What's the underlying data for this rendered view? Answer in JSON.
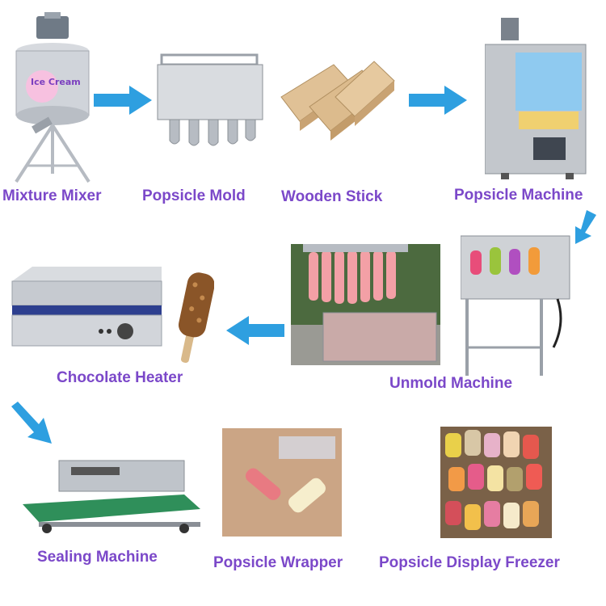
{
  "colors": {
    "label": "#7b48c9",
    "arrow": "#2e9fe0",
    "steel": "#c9ccd1",
    "steel_dark": "#8a8f96",
    "wood": "#d9b98a",
    "popsicle_pink": "#f3a0a6"
  },
  "steps": {
    "mixture_mixer": "Mixture Mixer",
    "popsicle_mold": "Popsicle Mold",
    "wooden_stick": "Wooden Stick",
    "popsicle_machine": "Popsicle Machine",
    "unmold_machine": "Unmold Machine",
    "chocolate_heater": "Chocolate Heater",
    "sealing_machine": "Sealing Machine",
    "popsicle_wrapper": "Popsicle Wrapper",
    "display_freezer": "Popsicle Display Freezer"
  },
  "mixer_text": "Ice Cream",
  "icons": {
    "arrow": "arrow-icon"
  }
}
